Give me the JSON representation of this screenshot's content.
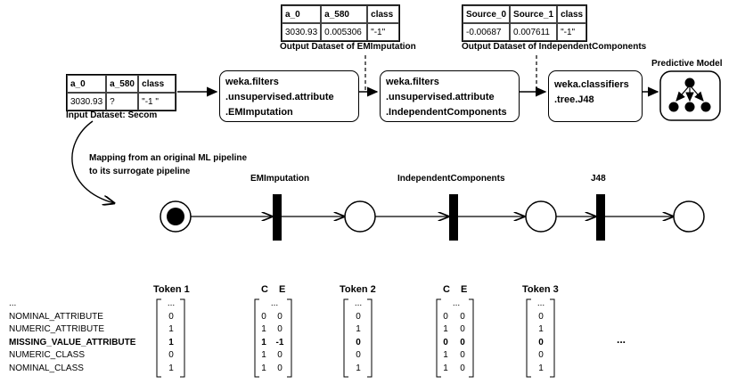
{
  "input_table": {
    "headers": [
      "a_0",
      "a_580",
      "class"
    ],
    "row": [
      "3030.93",
      "?",
      "\"-1 \""
    ],
    "caption": "Input Dataset: Secom"
  },
  "em_table": {
    "headers": [
      "a_0",
      "a_580",
      "class"
    ],
    "row": [
      "3030.93",
      "0.005306",
      "\"-1\""
    ],
    "caption": "Output Dataset of EMImputation"
  },
  "ic_table": {
    "headers": [
      "Source_0",
      "Source_1",
      "class"
    ],
    "row": [
      "-0.00687",
      "0.007611",
      "\"-1\""
    ],
    "caption": "Output Dataset of IndependentComponents"
  },
  "pipeline": {
    "step1": [
      "weka.filters",
      ".unsupervised.attribute",
      ".EMImputation"
    ],
    "step2": [
      "weka.filters",
      ".unsupervised.attribute",
      ".IndependentComponents"
    ],
    "step3": [
      "weka.classifiers",
      ".tree.J48"
    ],
    "model_label": "Predictive Model"
  },
  "mapping_note": [
    "Mapping from an original ML pipeline",
    "to its surrogate pipeline"
  ],
  "transitions": [
    "EMImputation",
    "IndependentComponents",
    "J48"
  ],
  "rows": [
    "...",
    "NOMINAL_ATTRIBUTE",
    "NUMERIC_ATTRIBUTE",
    "MISSING_VALUE_ATTRIBUTE",
    "NUMERIC_CLASS",
    "NOMINAL_CLASS"
  ],
  "token1": {
    "label": "Token 1",
    "values": [
      "...",
      "0",
      "1",
      "1",
      "0",
      "1"
    ]
  },
  "token2": {
    "label": "Token 2",
    "values": [
      "...",
      "0",
      "1",
      "0",
      "0",
      "1"
    ]
  },
  "token3": {
    "label": "Token 3",
    "values": [
      "...",
      "0",
      "1",
      "0",
      "0",
      "1"
    ]
  },
  "ce1": {
    "c_label": "C",
    "e_label": "E",
    "top": "...",
    "c": [
      "0",
      "1",
      "1",
      "1",
      "1"
    ],
    "e": [
      "0",
      "0",
      "-1",
      "0",
      "0"
    ]
  },
  "ce2": {
    "c_label": "C",
    "e_label": "E",
    "top": "...",
    "c": [
      "0",
      "1",
      "0",
      "1",
      "1"
    ],
    "e": [
      "0",
      "0",
      "0",
      "0",
      "0"
    ]
  },
  "trailing_ellipsis": "..."
}
